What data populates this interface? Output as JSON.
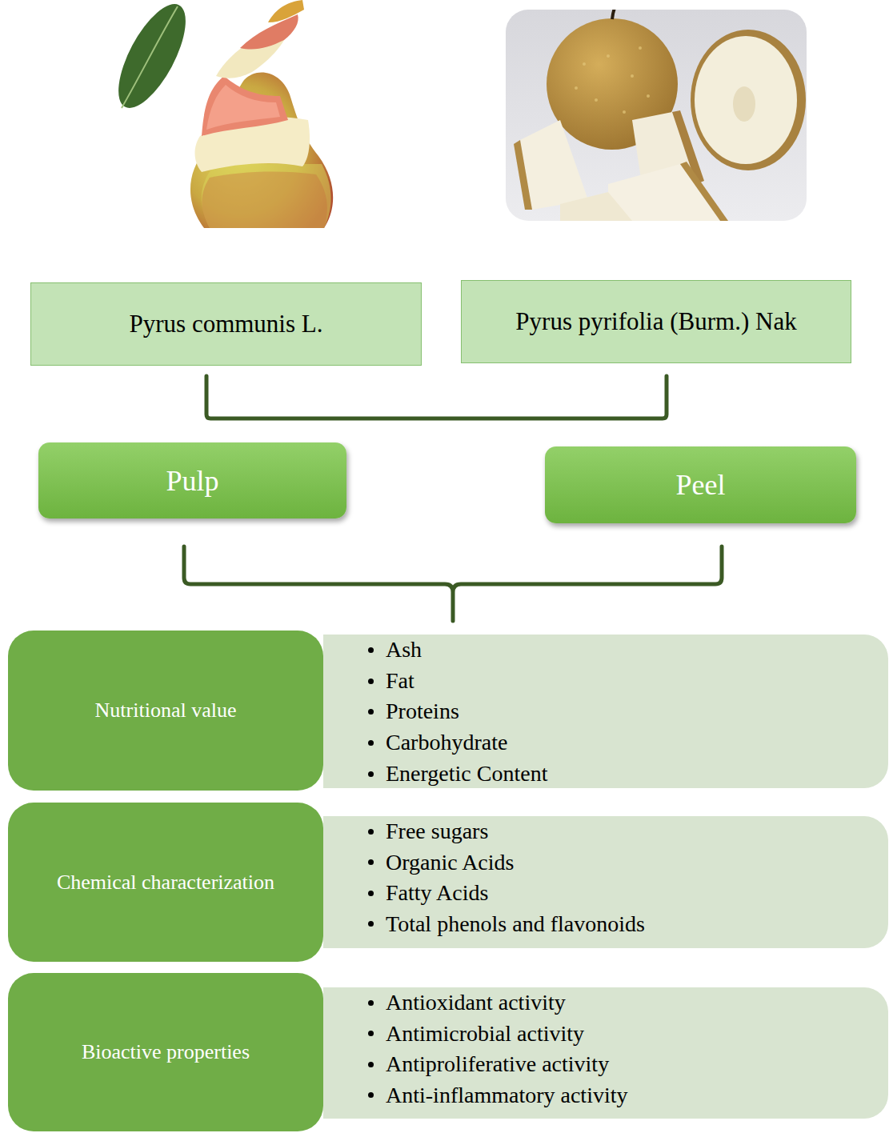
{
  "diagram": {
    "nodes": [
      {
        "text": [
          "Pyrus communis L."
        ]
      },
      {
        "text": [
          "Pyrus pyrifolia (Burm.) Nak"
        ]
      },
      {
        "text": [
          "Pulp"
        ]
      },
      {
        "text": [
          "Peel"
        ]
      },
      {
        "text": [
          "Nutritional value"
        ]
      },
      {
        "text": [
          "Ash",
          "Fat",
          "Proteins",
          "Carbohydrate",
          "Energetic Content"
        ]
      },
      {
        "text": [
          "Chemical characterization"
        ]
      },
      {
        "text": [
          "Free sugars",
          "Organic Acids",
          "Fatty Acids",
          "Total phenols and flavonoids"
        ]
      },
      {
        "text": [
          "Bioactive properties"
        ]
      },
      {
        "text": [
          "Antioxidant activity",
          "Antimicrobial activity",
          "Antiproliferative activity",
          "Anti-inflammatory activity"
        ]
      }
    ]
  }
}
